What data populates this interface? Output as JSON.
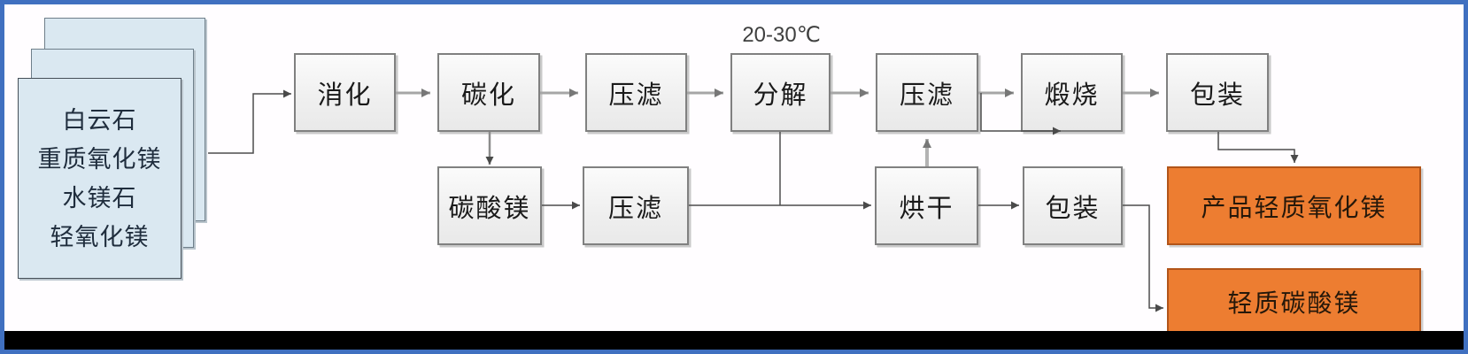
{
  "diagram": {
    "materials": {
      "lines": [
        "白云石",
        "重质氧化镁",
        "水镁石",
        "轻氧化镁"
      ]
    },
    "steps_row1": [
      {
        "label": "消化"
      },
      {
        "label": "碳化"
      },
      {
        "label": "压滤"
      },
      {
        "label": "分解"
      },
      {
        "label": "压滤"
      },
      {
        "label": "煅烧"
      },
      {
        "label": "包装"
      }
    ],
    "steps_row2": [
      {
        "label": "碳酸镁"
      },
      {
        "label": "压滤"
      },
      {
        "label": "烘干"
      },
      {
        "label": "包装"
      }
    ],
    "products": [
      {
        "label": "产品轻质氧化镁"
      },
      {
        "label": "轻质碳酸镁"
      }
    ],
    "annotations": {
      "temperature": "20-30℃"
    },
    "colors": {
      "product_fill": "#ED7D31",
      "product_border": "#B25419",
      "material_fill": "#DAE8F1",
      "frame_blue": "#4070C0",
      "step_border": "#808080",
      "arrow_gray": "#A6A6A6",
      "connector_dark": "#4D4D4D",
      "bottom_bar": "#000000"
    }
  }
}
